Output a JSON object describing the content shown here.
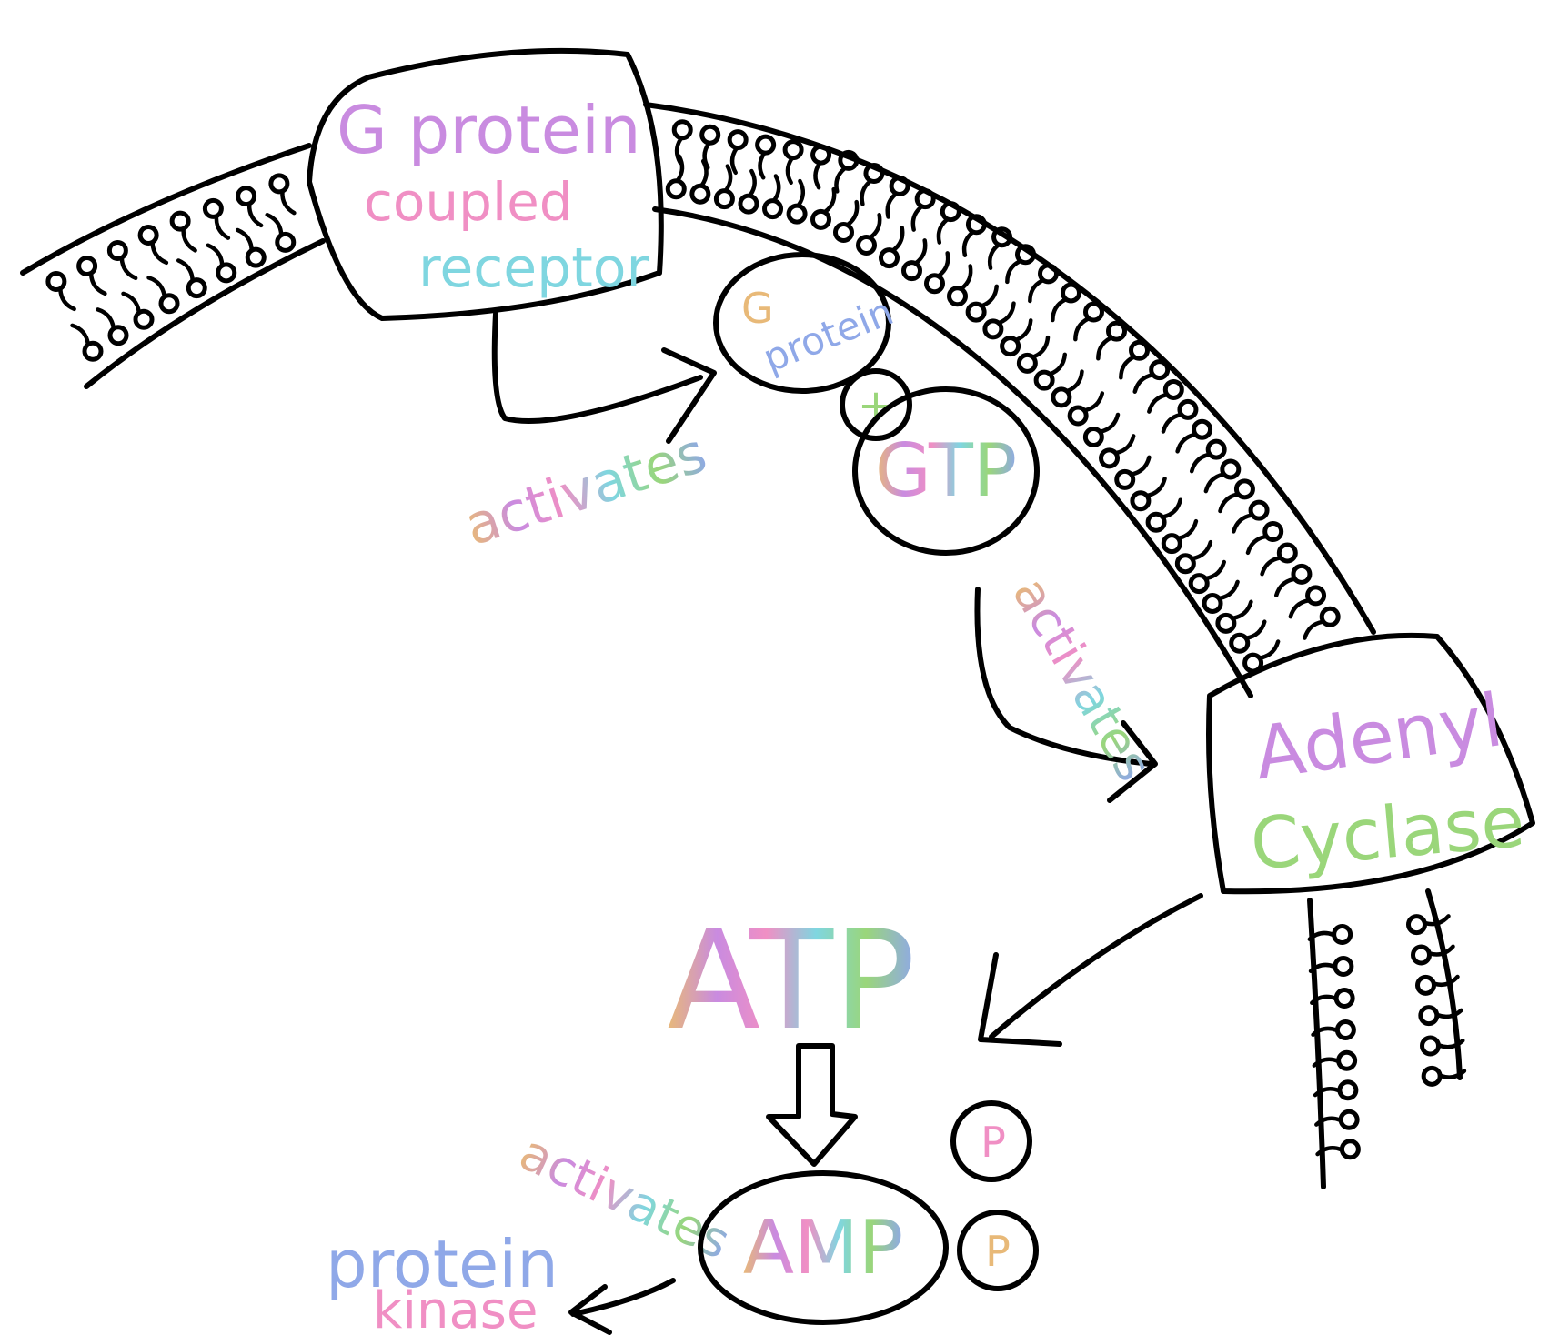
{
  "labels": {
    "gpcr": [
      "G protein",
      "coupled",
      "receptor"
    ],
    "g_protein": [
      "G",
      "protein"
    ],
    "plus": "+",
    "gtp": "GTP",
    "adenyl_cyclase": [
      "Adenyl",
      "Cyclase"
    ],
    "atp": "ATP",
    "amp": "AMP",
    "phosphate": "P",
    "protein_kinase": [
      "protein",
      "kinase"
    ],
    "activates": "activates"
  },
  "colors": {
    "ink": "#000000",
    "pastel": [
      "#e8b978",
      "#c98be0",
      "#f08fc4",
      "#7fd6e0",
      "#9ad67a",
      "#8fa8e8",
      "#e89090",
      "#d8d070"
    ]
  }
}
